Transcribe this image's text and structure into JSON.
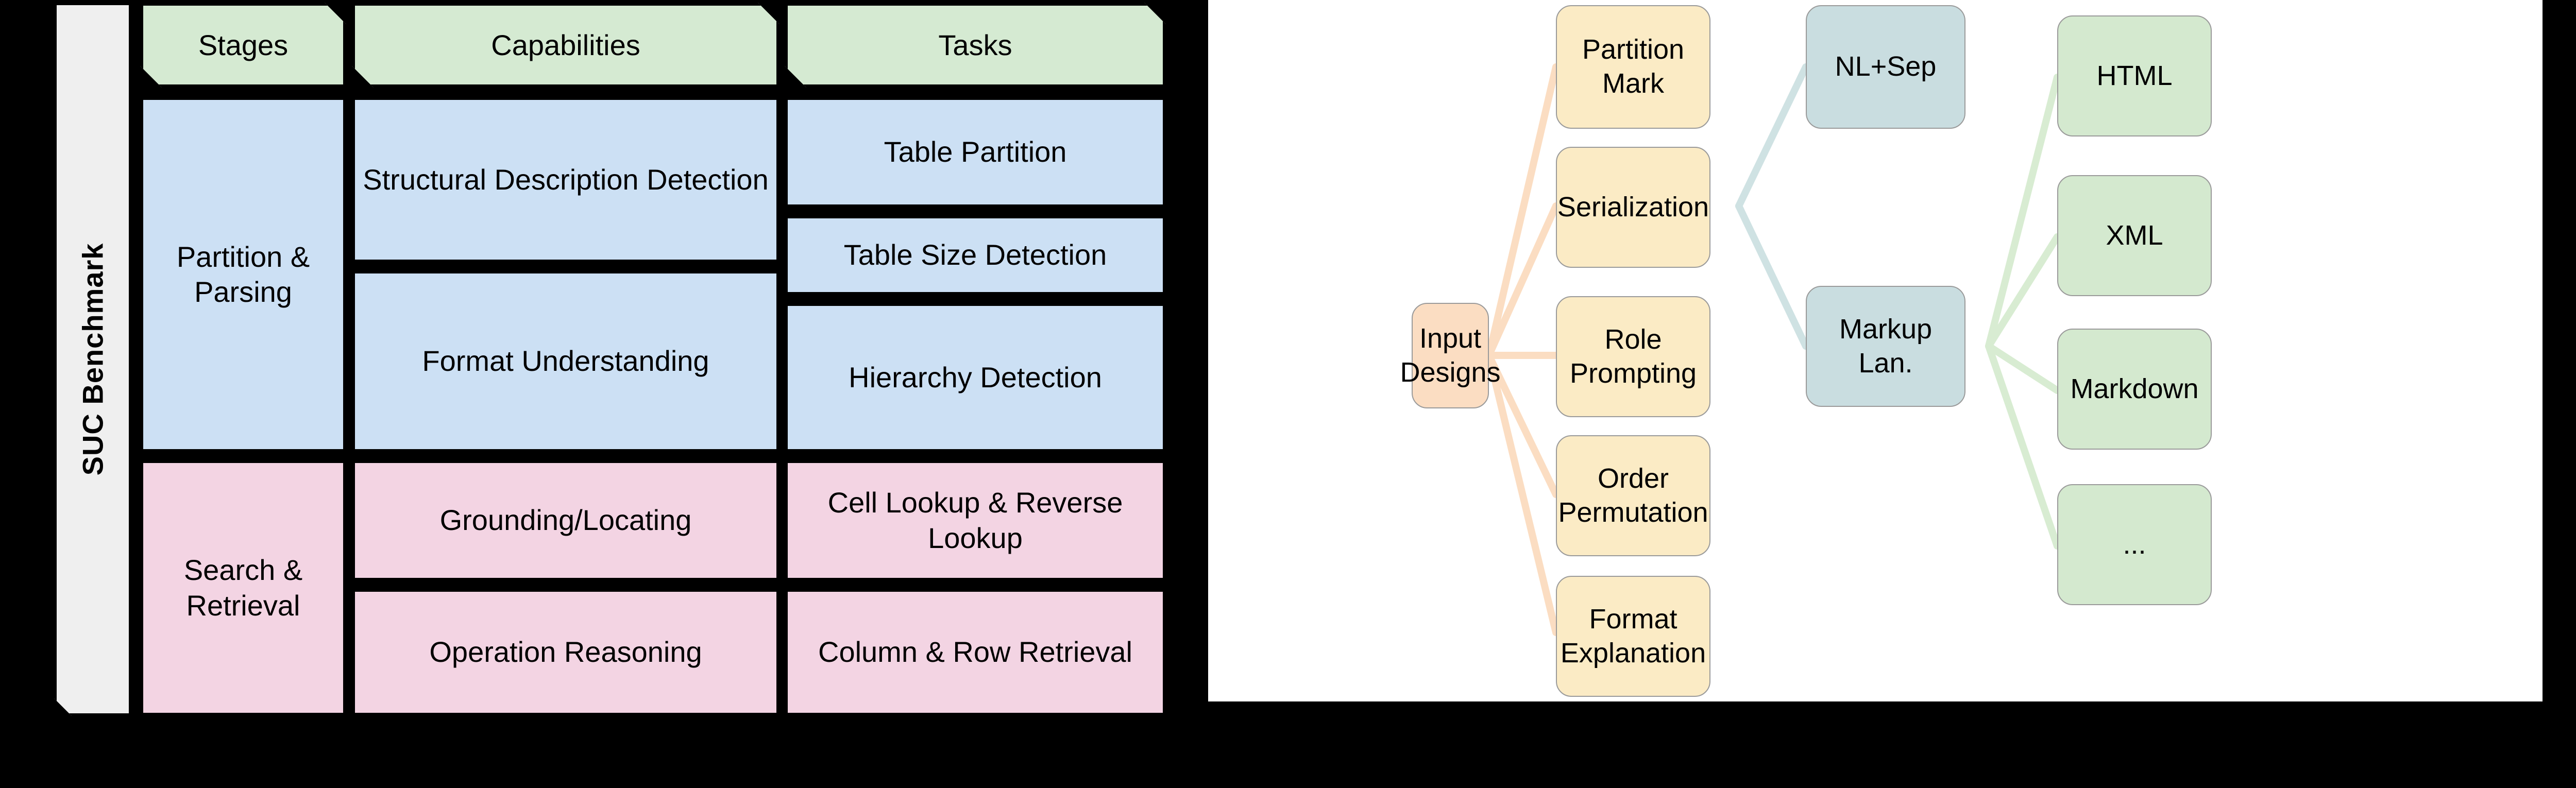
{
  "left_panel": {
    "side_tag": {
      "label": "SUC Benchmark"
    },
    "headers": [
      {
        "key": "stages",
        "label": "Stages"
      },
      {
        "key": "capabilities",
        "label": "Capabilities"
      },
      {
        "key": "tasks",
        "label": "Tasks"
      }
    ],
    "rows": [
      {
        "stage": "Partition & Parsing",
        "color_group": "blue",
        "capabilities": [
          "Structural Description Detection",
          "Format Understanding"
        ],
        "tasks": [
          "Table Partition",
          "Table Size Detection",
          "Hierarchy Detection"
        ]
      },
      {
        "stage": "Search & Retrieval",
        "color_group": "pink",
        "capabilities": [
          "Grounding/Locating",
          "Operation Reasoning"
        ],
        "tasks": [
          "Cell Lookup & Reverse Lookup",
          "Column & Row Retrieval"
        ]
      }
    ],
    "cells": {
      "stage_partition_parsing": "Partition & Parsing",
      "stage_search_retrieval": "Search & Retrieval",
      "cap_structural_description_detection": "Structural Description Detection",
      "cap_format_understanding": "Format Understanding",
      "cap_grounding_locating": "Grounding/Locating",
      "cap_operation_reasoning": "Operation Reasoning",
      "task_table_partition": "Table Partition",
      "task_table_size_detection": "Table Size Detection",
      "task_hierarchy_detection": "Hierarchy Detection",
      "task_cell_lookup_reverse_lookup": "Cell Lookup & Reverse Lookup",
      "task_column_row_retrieval": "Column & Row Retrieval"
    },
    "colors": {
      "header_green": "#d5ead2",
      "row_blue": "#cce0f4",
      "row_pink": "#f3d4e3",
      "side_tag_gray": "#efefef",
      "outline": "#000000"
    }
  },
  "right_panel": {
    "root": {
      "label": "Input Designs"
    },
    "design_nodes": [
      {
        "label": "Partition Mark"
      },
      {
        "label": "Serialization"
      },
      {
        "label": "Role Prompting"
      },
      {
        "label": "Order Permutation"
      },
      {
        "label": "Format Explanation"
      }
    ],
    "serialization_children": [
      {
        "label": "NL+Sep"
      },
      {
        "label": "Markup Lan."
      }
    ],
    "markup_children": [
      {
        "label": "HTML"
      },
      {
        "label": "XML"
      },
      {
        "label": "Markdown"
      },
      {
        "label": "..."
      }
    ],
    "colors": {
      "root_orange": "#fbddc2",
      "design_yellow": "#fbebc5",
      "serialization_steel": "#c9dde0",
      "markup_green": "#d4e9cf",
      "edge_orange": "#fbddc2",
      "edge_steel": "#cfe2e3",
      "edge_green": "#d8ecd2",
      "node_border": "#9a9a9a"
    }
  }
}
